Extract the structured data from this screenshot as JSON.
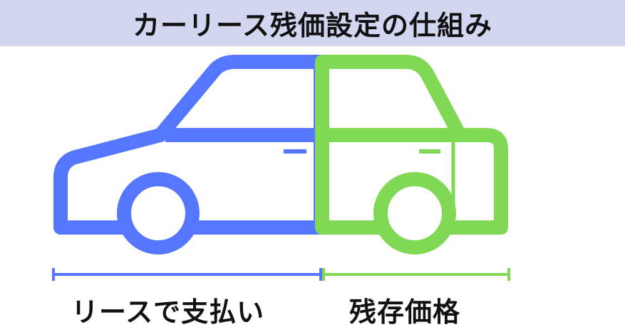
{
  "title": "カーリース残価設定の仕組み",
  "labels": {
    "lease_payment": "リースで支払い",
    "residual_value": "残存価格"
  },
  "colors": {
    "header_bg": "#d2d6f0",
    "lease": "#5577ff",
    "residual": "#80d855"
  }
}
